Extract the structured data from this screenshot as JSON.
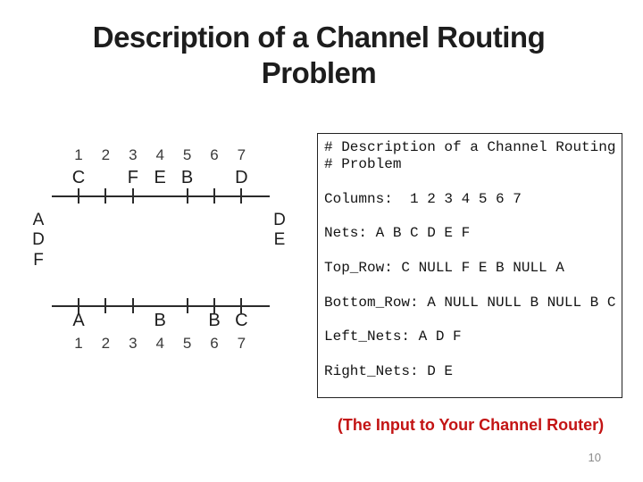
{
  "slide": {
    "title": {
      "line1": "Description of a Channel Routing",
      "line2": "Problem"
    },
    "caption": "(The Input to Your Channel Router)",
    "page_number": "10"
  },
  "colors": {
    "ink": "#1d1d1d",
    "rail": "#2b2b2b",
    "caption_red": "#c31414",
    "page_gray": "#8a8a8a"
  },
  "code_box": {
    "lines": [
      "# Description of a Channel Routing",
      "# Problem",
      "",
      "Columns:  1 2 3 4 5 6 7",
      "",
      "Nets: A B C D E F",
      "",
      "Top_Row: C NULL F E B NULL A",
      "",
      "Bottom_Row: A NULL NULL B NULL B C",
      "",
      "Left_Nets: A D F",
      "",
      "Right_Nets: D E"
    ]
  },
  "diagram": {
    "column_numbers": [
      "1",
      "2",
      "3",
      "4",
      "5",
      "6",
      "7"
    ],
    "tick_columns": [
      1,
      2,
      3,
      5,
      6,
      7
    ],
    "top_terminals": [
      {
        "col": 1,
        "net": "C"
      },
      {
        "col": 3,
        "net": "F"
      },
      {
        "col": 4,
        "net": "E"
      },
      {
        "col": 5,
        "net": "B"
      },
      {
        "col": 7,
        "net": "D"
      }
    ],
    "bottom_terminals": [
      {
        "col": 1,
        "net": "A"
      },
      {
        "col": 4,
        "net": "B"
      },
      {
        "col": 6,
        "net": "B"
      },
      {
        "col": 7,
        "net": "C"
      }
    ],
    "left_nets": [
      "A",
      "D",
      "F"
    ],
    "right_nets": [
      "D",
      "E"
    ]
  }
}
